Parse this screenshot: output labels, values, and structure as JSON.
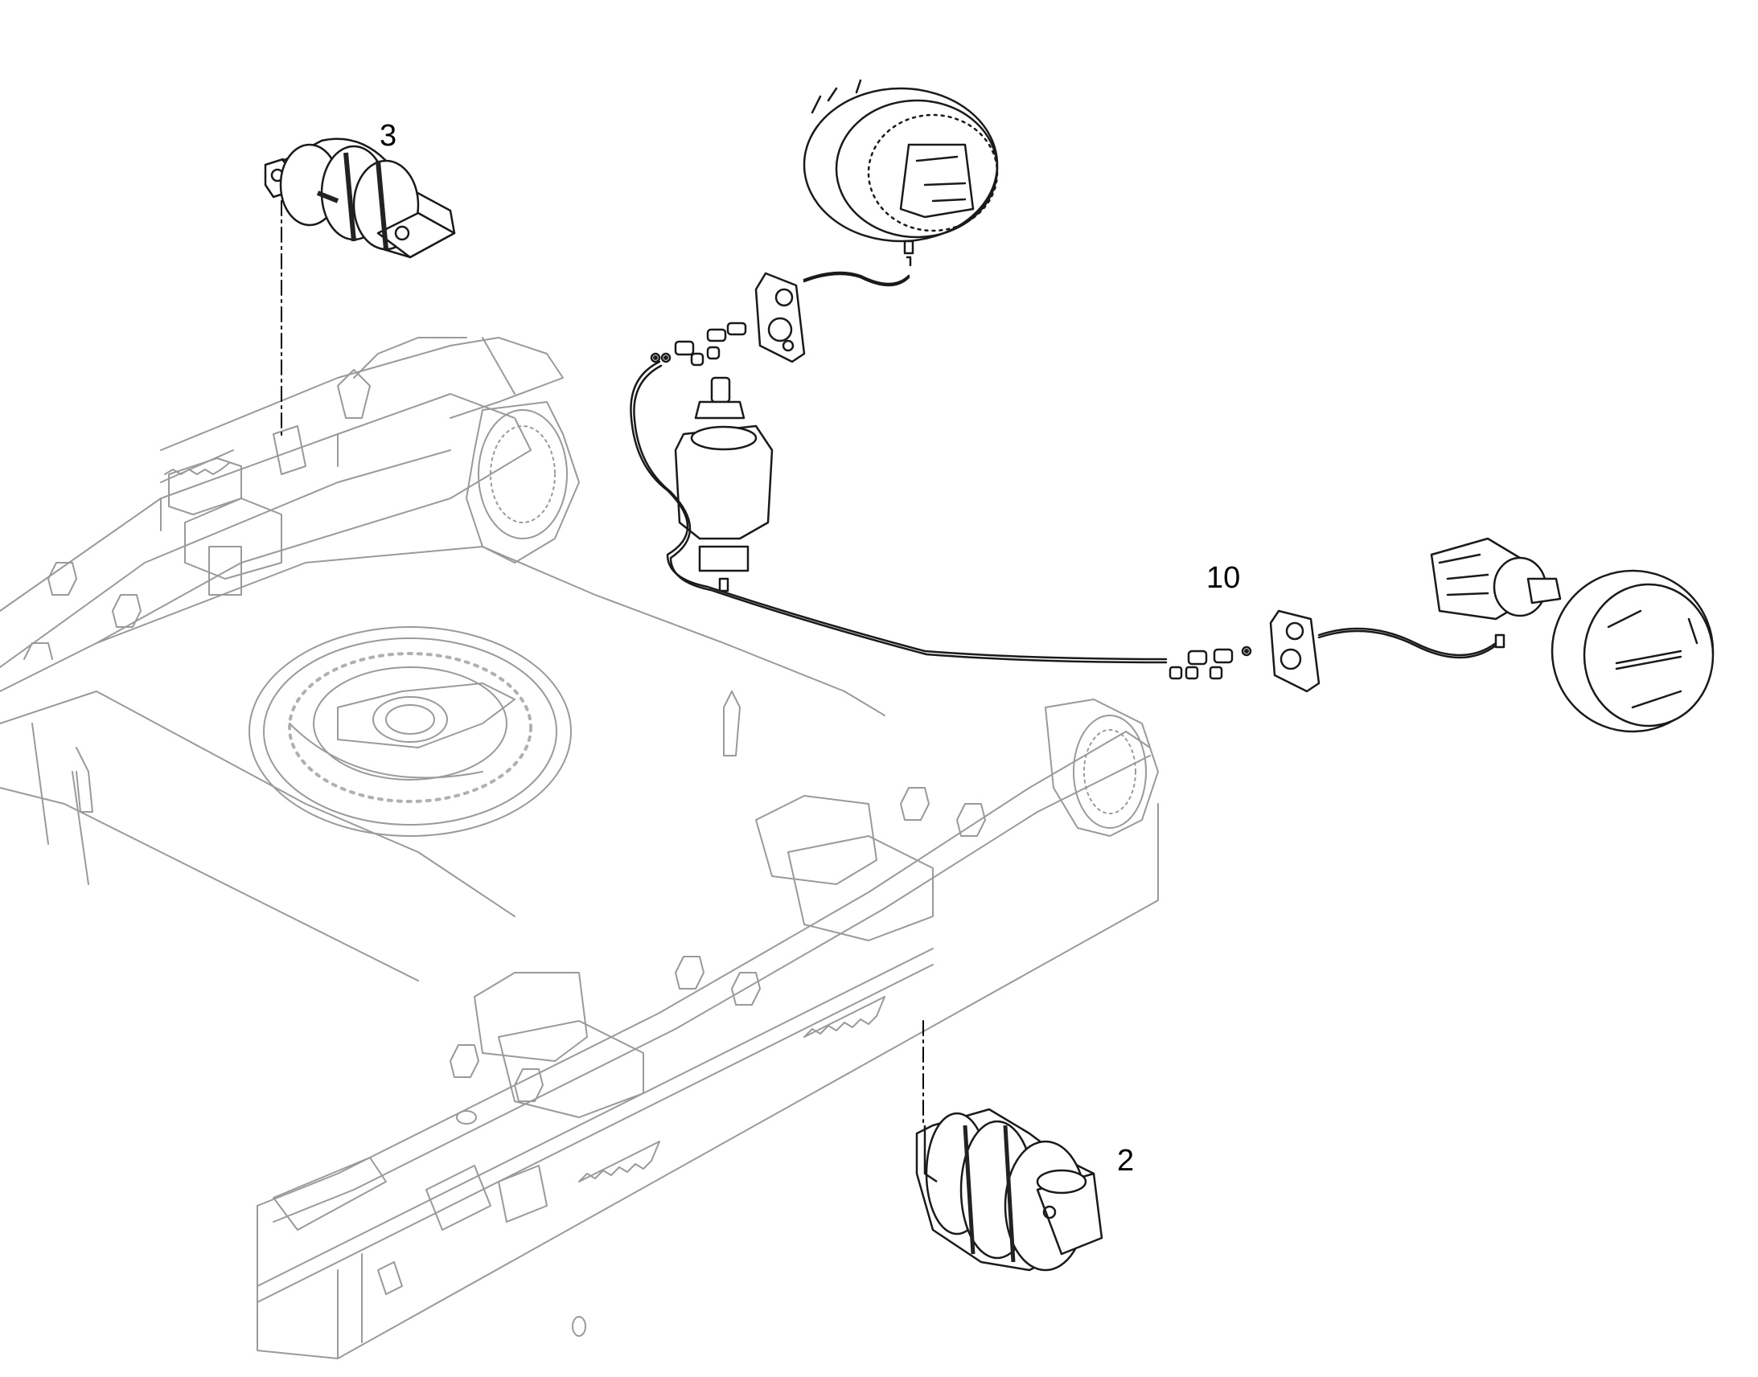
{
  "callouts": {
    "item_3": "3",
    "item_10": "10",
    "item_2": "2"
  },
  "colors": {
    "line": "#1a1a1a",
    "faint_line": "#888888",
    "background": "#ffffff",
    "part_dark": "#222222",
    "part_gray": "#cfcfcf"
  }
}
